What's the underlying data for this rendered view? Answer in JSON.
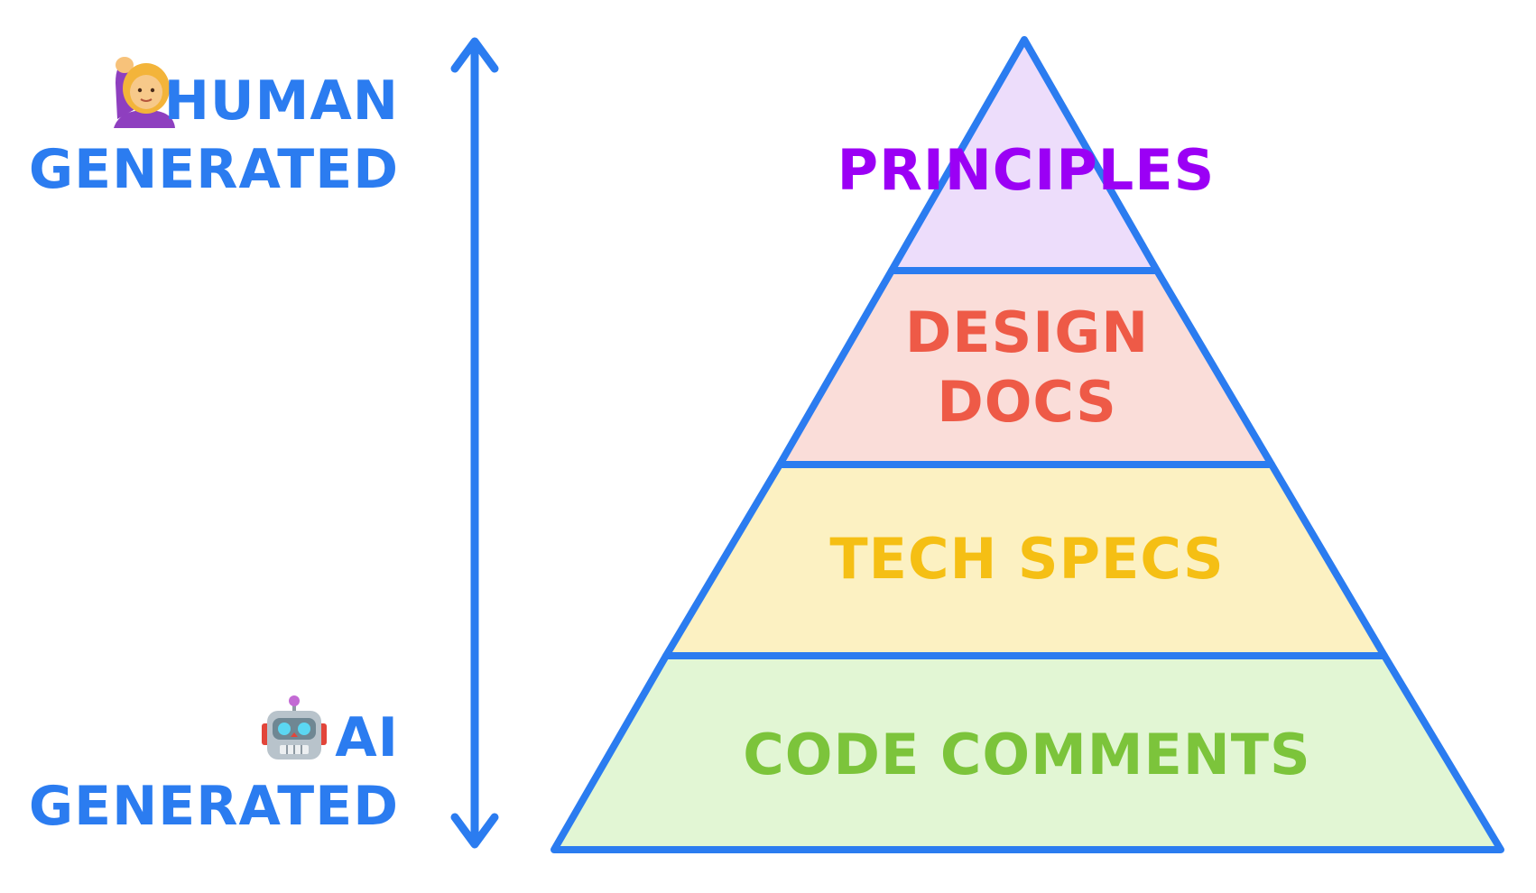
{
  "colors": {
    "axis_stroke": "#2B7CF0",
    "side_label_text": "#2B7CF0",
    "side_label_shadow": "#BFD8FA",
    "layer_outline": "#2B7CF0"
  },
  "axis": {
    "top_label_icon": "person-raising-hand-icon",
    "top_label_line1": "HUMAN",
    "top_label_line2": "GENERATED",
    "bottom_label_icon": "robot-icon",
    "bottom_label_line1": "AI",
    "bottom_label_line2": "GENERATED"
  },
  "pyramid": {
    "layers": [
      {
        "name": "principles",
        "lines": [
          "PRINCIPLES"
        ],
        "text_color": "#9B00F5",
        "fill": "#EDDDFB"
      },
      {
        "name": "design-docs",
        "lines": [
          "DESIGN",
          "DOCS"
        ],
        "text_color": "#EE5A47",
        "fill": "#FADDD9"
      },
      {
        "name": "tech-specs",
        "lines": [
          "TECH SPECS"
        ],
        "text_color": "#F5BF14",
        "fill": "#FCF1C2"
      },
      {
        "name": "code-comments",
        "lines": [
          "CODE COMMENTS"
        ],
        "text_color": "#7CC43B",
        "fill": "#E2F6D4"
      }
    ]
  }
}
